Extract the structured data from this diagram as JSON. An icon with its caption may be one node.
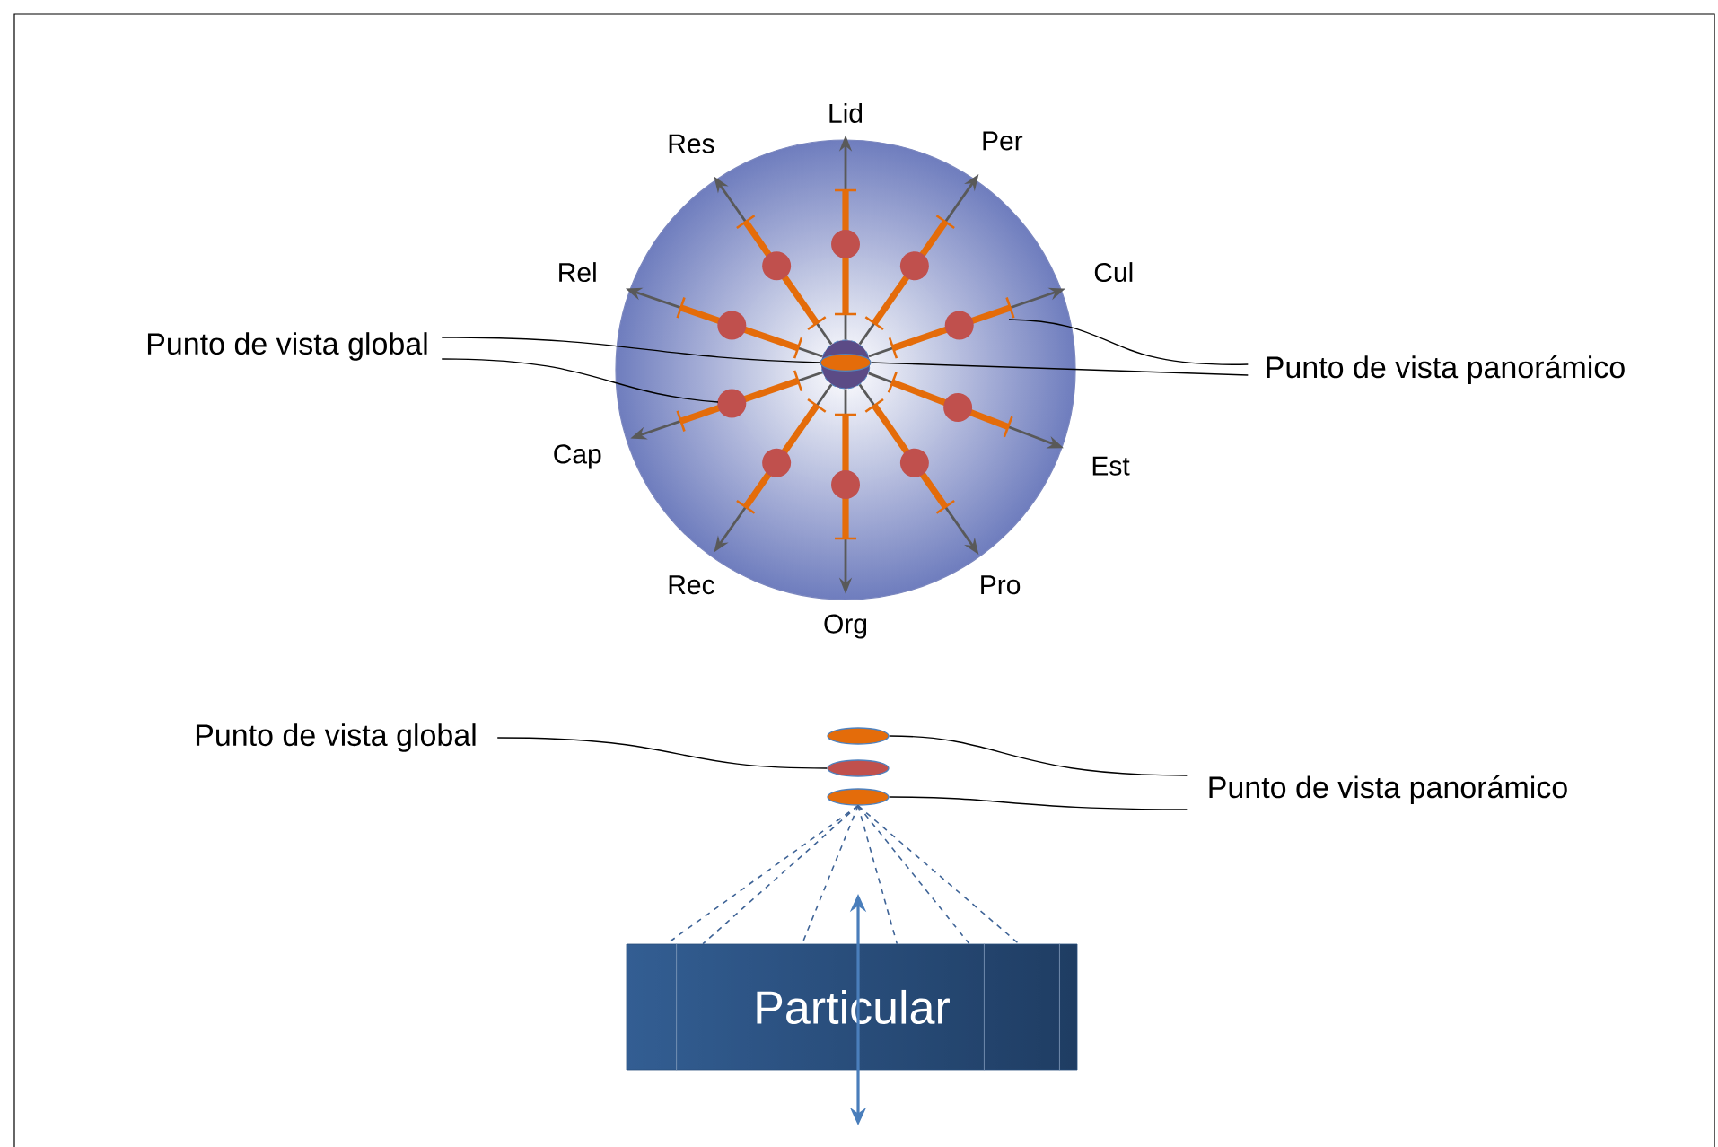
{
  "diagram": {
    "nodes": [
      {
        "text": [],
        "shape": "circle"
      },
      {
        "text": [],
        "shape": "circle",
        "in": 0
      },
      {
        "text": [],
        "shape": "ellipse",
        "in": 1
      },
      {
        "text": [
          "Lid"
        ]
      },
      {
        "text": [
          "Res"
        ]
      },
      {
        "text": [
          "Per"
        ]
      },
      {
        "text": [
          "Rel"
        ]
      },
      {
        "text": [
          "Cul"
        ]
      },
      {
        "text": [
          "Cap"
        ]
      },
      {
        "text": [
          "Est"
        ]
      },
      {
        "text": [
          "Rec"
        ]
      },
      {
        "text": [
          "Pro"
        ]
      },
      {
        "text": [
          "Org"
        ]
      },
      {
        "text": [
          "Punto de vista global"
        ]
      },
      {
        "text": [
          "Punto de vista panorámico"
        ]
      },
      {
        "text": [
          "Punto de vista global"
        ]
      },
      {
        "text": [],
        "shape": "ellipse"
      },
      {
        "text": [],
        "shape": "ellipse"
      },
      {
        "text": [],
        "shape": "ellipse"
      },
      {
        "text": [
          "Punto de vista panorámico"
        ]
      },
      {
        "text": [
          "Particular"
        ]
      }
    ],
    "edges": [
      {
        "from": 1,
        "to": 3,
        "arrow": "to"
      },
      {
        "from": 1,
        "to": 4,
        "arrow": "to"
      },
      {
        "from": 1,
        "to": 5,
        "arrow": "to"
      },
      {
        "from": 1,
        "to": 6,
        "arrow": "to"
      },
      {
        "from": 1,
        "to": 7,
        "arrow": "to"
      },
      {
        "from": 1,
        "to": 8,
        "arrow": "to"
      },
      {
        "from": 1,
        "to": 9,
        "arrow": "to"
      },
      {
        "from": 1,
        "to": 10,
        "arrow": "to"
      },
      {
        "from": 1,
        "to": 11,
        "arrow": "to"
      },
      {
        "from": 1,
        "to": 12,
        "arrow": "to"
      },
      {
        "from": 13,
        "to": 2,
        "arrow": "none",
        "color": "#000000"
      },
      {
        "from": 13,
        "to": null,
        "arrow": "none",
        "color": "#000000"
      },
      {
        "from": 14,
        "to": null,
        "arrow": "none",
        "color": "#000000"
      },
      {
        "from": 14,
        "to": 2,
        "arrow": "none",
        "color": "#000000"
      },
      {
        "from": 15,
        "to": 17,
        "arrow": "none",
        "color": "#000000"
      },
      {
        "from": 19,
        "to": 16,
        "arrow": "none",
        "color": "#000000"
      },
      {
        "from": 19,
        "to": 18,
        "arrow": "none",
        "color": "#000000"
      },
      {
        "from": 18,
        "to": 20,
        "arrow": "none",
        "style": "dashed",
        "color": "#3f6497"
      },
      {
        "from": 18,
        "to": 20,
        "arrow": "none",
        "style": "dashed",
        "color": "#3f6497"
      },
      {
        "from": 18,
        "to": 20,
        "arrow": "none",
        "style": "dashed",
        "color": "#3f6497"
      },
      {
        "from": 18,
        "to": 20,
        "arrow": "none",
        "style": "dashed",
        "color": "#3f6497"
      },
      {
        "from": 18,
        "to": 20,
        "arrow": "none",
        "style": "dashed",
        "color": "#3f6497"
      },
      {
        "from": 18,
        "to": 20,
        "arrow": "none",
        "style": "dashed",
        "color": "#3f6497"
      }
    ]
  }
}
